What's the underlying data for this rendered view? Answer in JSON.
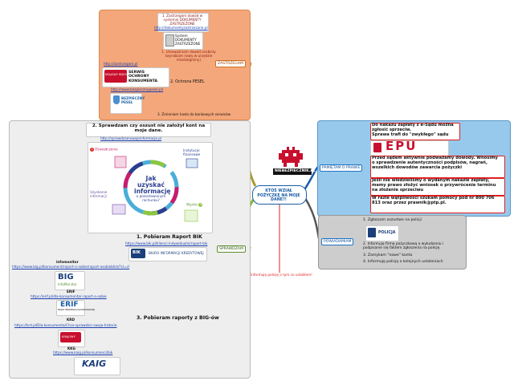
{
  "colors": {
    "orange_panel": "#f4a77a",
    "gray_panel": "#eeeeee",
    "blue_panel": "#97c9ec",
    "right_gray_panel": "#cdcdcd",
    "branch_olive": "#a89a2a",
    "branch_green": "#7dbb2a",
    "branch_red": "#e02020",
    "central_blue": "#1b5ea8"
  },
  "central": {
    "logo_text": "NIEBEZPIECZNIK.PL",
    "title": "KTOŚ WZIĄŁ POŻYCZKĘ NA MOJE DANE?!"
  },
  "orange": {
    "badge": "ZASTRZEGAM",
    "item1": "1. Zastrzegam dowód w systemie DOKUMENTY ZASTRZEŻONE",
    "item1_link": "http://dokumentyzastrzezone.pl",
    "dz_logo": "System DOKUMENTY ZASTRZEŻONE",
    "item1b": "1. Unieważniam dowód osobisty (wyrabiam nowy w urzędzie miasta/gminy)",
    "link_bik": "http://zastrzegam.pl",
    "krajowy_logo": "KRAJOWY REJESTR",
    "serwis_text": "SERWIS OCHRONY KONSUMENTA",
    "item2": "2. Ochrona PESEL",
    "link_pesel": "http://www.bezpiecznypesel.pl/",
    "bezpieczny_logo": "BEZPIECZNY PESEL",
    "item3": "3. Zmieniam hasła do bankowych serwisów"
  },
  "gray": {
    "title": "2. Sprawdzam czy oszust nie założył kont na moje dane.",
    "title_link": "http://sprawdzamswojeinformacje.pl",
    "circle_title": "Jak uzyskać informację",
    "circle_sub": "o pozostawionym rachunku?",
    "label_a": "Oświadczenie",
    "label_b": "Instytucje finansowe",
    "label_c": "Uzyskanie informacji",
    "label_d": "Wyniki",
    "step_nums": [
      "1",
      "2",
      "3",
      "4"
    ],
    "raport_bik": "1. Pobieram Raport BIK",
    "raport_bik_link": "https://www.bik.pl/klienci-indywidualni/raport-bik",
    "bik_logo": "BIK",
    "bik_name": "BIURO INFORMACJI KREDYTOWEJ",
    "badge": "SPRAWDZAM",
    "infomonitor_label": "infomonitor",
    "infomonitor_link": "https://www.big.pl/konsument/raport-o-sobie/raport-osobieblist/?cl=cl",
    "big_logo": "BIG",
    "big_sub": "InfoMonitor",
    "erif_label": "ERIF",
    "erif_link": "https://erif.pl/dla-konsumenta/-raport-o-sobie",
    "erif_logo": "ERIF",
    "erif_sub": "BIURO INFORMACJI GOSPODARCZEJ",
    "krd_label": "KRD",
    "krd_link": "https://krd.pl/Dla-konsumenta/Chce-sprawdzic-swoja-historie",
    "krd_logo": "KRAJOWY",
    "kaig_label": "KKG",
    "kaig_link": "https://www.kaig.pl/konsumenci/bik",
    "kaig_logo": "KAIG",
    "raporty_big": "3. Pobieram raporty z BIG-ów"
  },
  "blue": {
    "badge": "PAMIĘTAM O PRAWIE",
    "p1": "Do nakazu zapłaty z e-Sądu można zgłosić sprzeciw.",
    "p1b": "Sprawa trafi do \"zwykłego\" sądu",
    "epu_logo": "EPU",
    "p2": "Przed sądem aktywnie podważamy dowody. Wnosimy o sprawdzenie autentyczności podpisów, nagrań, wszelkich dowodów zawarcia pożyczki",
    "p3": "Jeśli nie wiedzieliśmy o wydanym nakazie zapłaty, mamy prawo złożyć wniosek o przywrócenie terminu na złożenie sprzeciwu",
    "p4": "W razie wątpliwości szukam pomocy pod nr 800 706 813 oraz przez prawnik@ptp.pl."
  },
  "right_gray": {
    "badge": "POWIADAMIAM",
    "item1": "1. Zgłaszam oszustwo na policji",
    "policja": "POLICJA",
    "item2": "2. Informuję firmę pożyczkową o wyłudzeniu i podpisanie się faktem zgłoszenia na policję",
    "item3": "3. Zamykam \"nowe\" konta",
    "item4": "4. Informuję policję o kolejnych ustaleniach"
  },
  "bottom_note": "Informuję policję o tym co ustaliłem!"
}
